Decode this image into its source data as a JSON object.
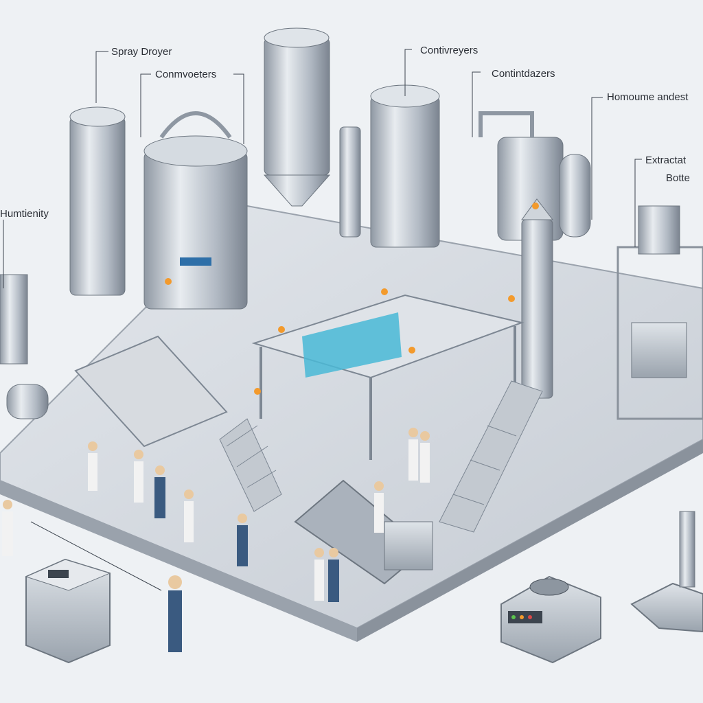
{
  "labels": {
    "spray_dryer": "Spray Droyer",
    "conveyors": "Conmvoeters",
    "continuous_conveyors": "Contivreyers",
    "containerizers": "Contintdazers",
    "homogenizer": "Homoume andest",
    "extraction": "Extractat",
    "bottling": "Botte",
    "humidity": "Humtienity"
  },
  "colors": {
    "background": "#eef1f4",
    "platform": "#c9ced6",
    "steel": "#b9c0c9",
    "steel_dark": "#7d8793",
    "accent_flame": "#f39a2c",
    "accent_water": "#49b9d6",
    "worker_suit": "#3a5a80"
  }
}
